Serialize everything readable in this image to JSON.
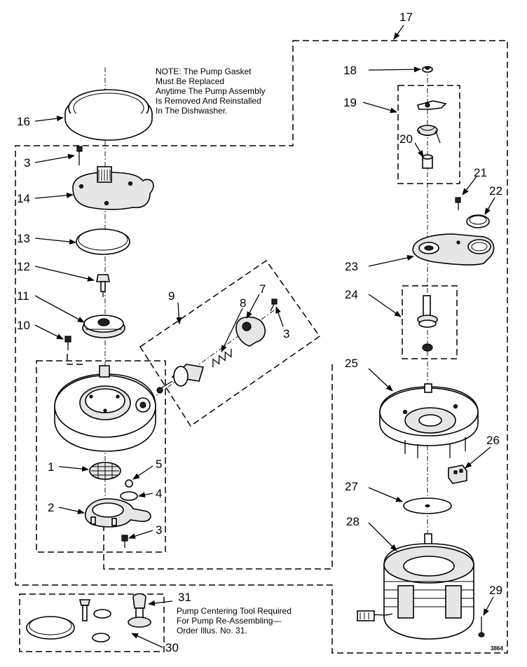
{
  "note": {
    "lines": [
      "NOTE: The Pump Gasket",
      "Must Be Replaced",
      "Anytime The Pump Assembly",
      "Is Removed And Reinstalled",
      "In The Dishwasher."
    ]
  },
  "tool_note": {
    "lines": [
      "Pump Centering Tool Required",
      "For Pump Re-Assembling—",
      "Order Illus. No. 31."
    ]
  },
  "callouts": {
    "n1": "1",
    "n2": "2",
    "n3a": "3",
    "n3b": "3",
    "n3c": "3",
    "n4": "4",
    "n5": "5",
    "n7": "7",
    "n8": "8",
    "n9": "9",
    "n10": "10",
    "n11": "11",
    "n12": "12",
    "n13": "13",
    "n14": "14",
    "n16": "16",
    "n17": "17",
    "n18": "18",
    "n19": "19",
    "n20": "20",
    "n21": "21",
    "n22": "22",
    "n23": "23",
    "n24": "24",
    "n25": "25",
    "n26": "26",
    "n27": "27",
    "n28": "28",
    "n29": "29",
    "n30": "30",
    "n31": "31"
  },
  "figure_code": "3864"
}
